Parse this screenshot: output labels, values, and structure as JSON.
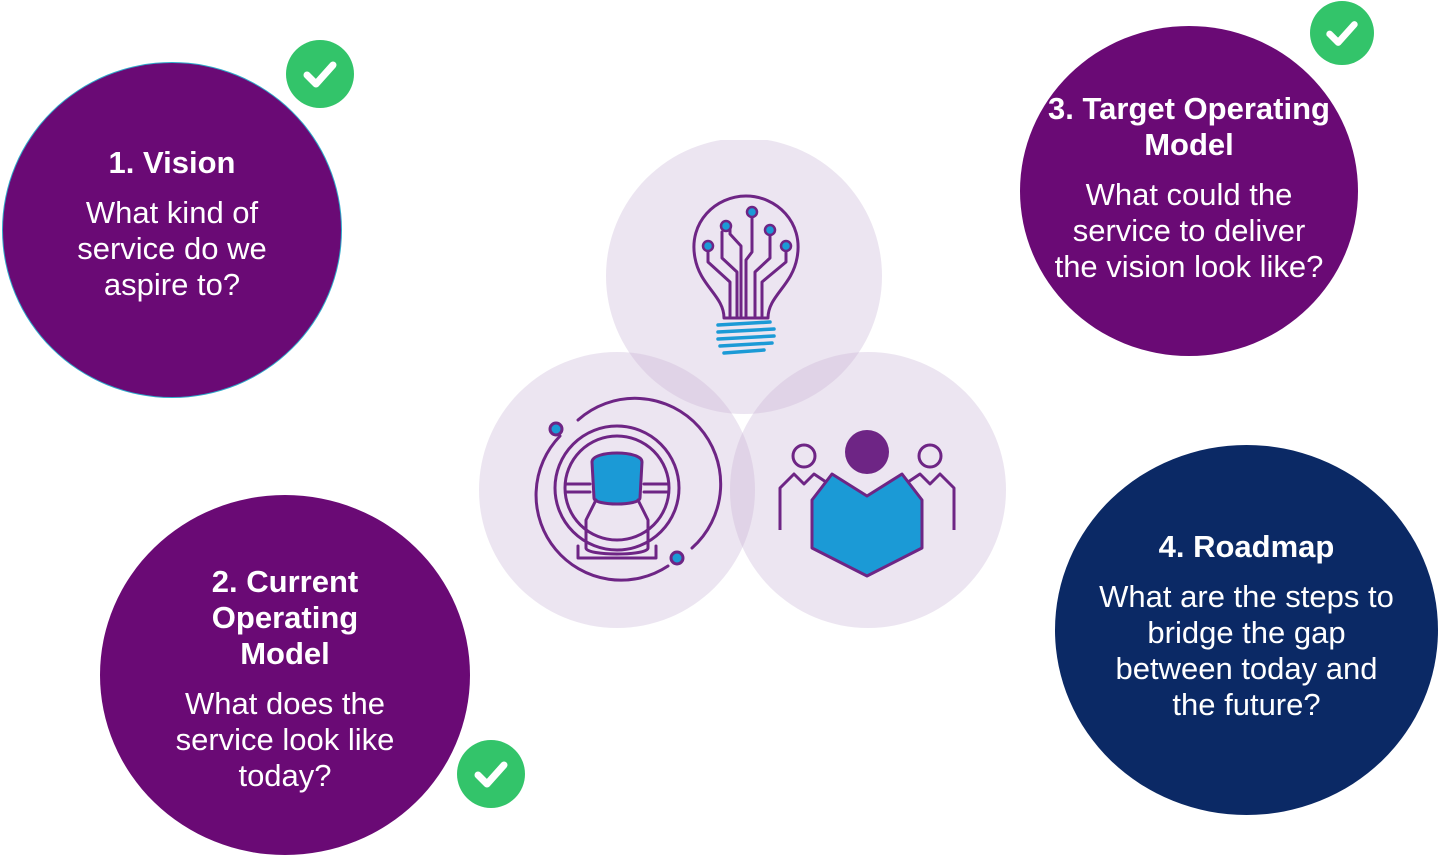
{
  "stages": [
    {
      "id": "vision",
      "title": "1. Vision",
      "question": "What kind of service do we aspire to?",
      "color": "#6a0a75",
      "completed": true
    },
    {
      "id": "current",
      "title": "2. Current Operating Model",
      "question": "What does the service look like today?",
      "color": "#6a0a75",
      "completed": true
    },
    {
      "id": "target",
      "title": "3. Target Operating Model",
      "question": "What could the service to deliver the vision look like?",
      "color": "#6a0a75",
      "completed": true
    },
    {
      "id": "roadmap",
      "title": "4. Roadmap",
      "question": "What are the steps to bridge the gap between today and the future?",
      "color": "#0b2965",
      "completed": false
    }
  ],
  "center_icons": [
    "lightbulb-circuit-icon",
    "mri-scanner-icon",
    "team-people-icon"
  ],
  "colors": {
    "purple": "#6a0a75",
    "navy": "#0b2965",
    "check_green": "#33c46a",
    "venn_fill": "#e9e0ee",
    "icon_stroke": "#6e2585",
    "icon_blue": "#1b9ad6"
  }
}
